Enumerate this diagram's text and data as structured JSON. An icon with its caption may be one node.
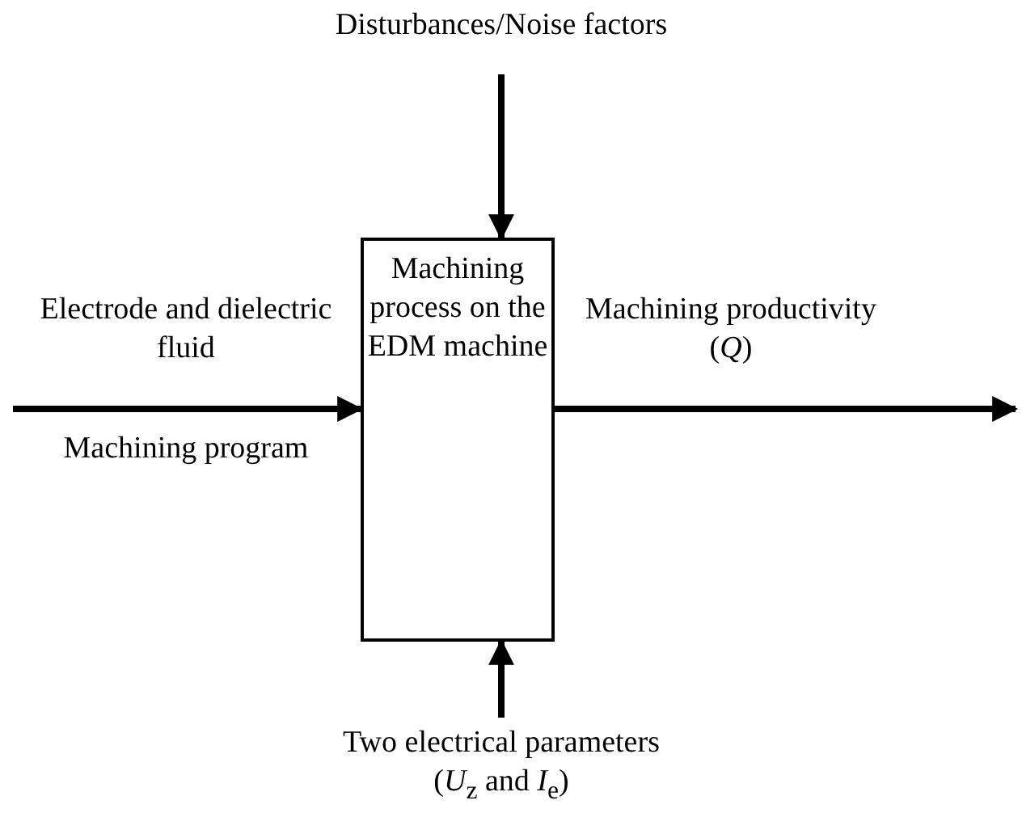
{
  "diagram": {
    "nodes": [
      {
        "text": [
          "Disturbances/Noise factors"
        ]
      },
      {
        "text": [
          "Machining process on the EDM machine"
        ]
      },
      {
        "text": [
          "Two electrical parameters (*U*$_{z}$ and *I*$_{e}$)"
        ]
      }
    ],
    "edges": [
      {
        "from": 0,
        "to": 1,
        "arrow": "to"
      },
      {
        "from": 2,
        "to": 1,
        "arrow": "to"
      },
      {
        "from": null,
        "to": 1,
        "arrow": "to"
      },
      {
        "from": 1,
        "to": null,
        "arrow": "to"
      }
    ],
    "labels": [
      "Electrode and dielectric fluid",
      "Machining program",
      "Machining productivity (*Q*)"
    ]
  }
}
